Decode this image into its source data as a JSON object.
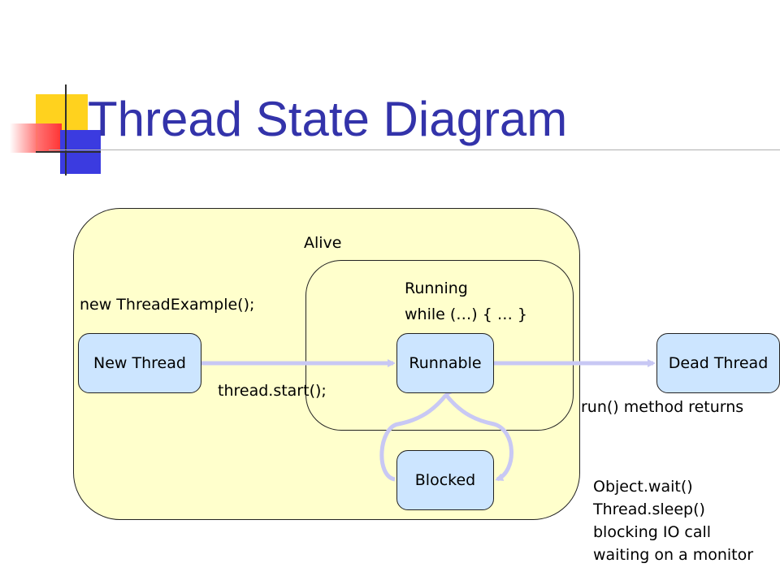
{
  "title": "Thread State Diagram",
  "regions": {
    "alive": "Alive",
    "running": "Running",
    "running_code": "while (…) { … }"
  },
  "states": {
    "new": "New Thread",
    "runnable": "Runnable",
    "dead": "Dead Thread",
    "blocked": "Blocked"
  },
  "transitions": {
    "create": "new ThreadExample();",
    "start": "thread.start();",
    "finish": "run() method returns",
    "block_reasons": [
      "Object.wait()",
      "Thread.sleep()",
      "blocking IO call",
      "waiting on a monitor"
    ]
  },
  "colors": {
    "title": "#3333aa",
    "region_fill": "#ffffcc",
    "state_fill": "#cce5ff",
    "arrow": "#c8c8f4",
    "deco_yellow": "#ffd21e",
    "deco_blue": "#3b3be0",
    "deco_red": "#ff3333"
  }
}
